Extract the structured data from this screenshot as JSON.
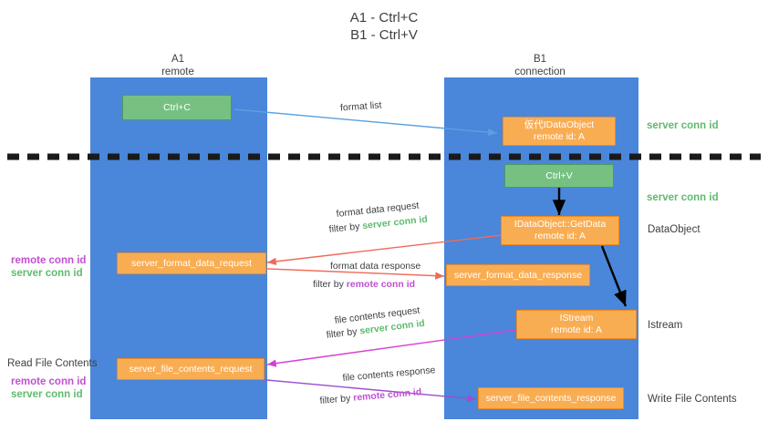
{
  "title": {
    "line1": "A1 - Ctrl+C",
    "line2": "B1 - Ctrl+V"
  },
  "columns": [
    {
      "name": "A1",
      "sub": "remote"
    },
    {
      "name": "B1",
      "sub": "connection"
    }
  ],
  "nodes": {
    "ctrl_c": {
      "label": "Ctrl+C"
    },
    "ctrl_v": {
      "label": "Ctrl+V"
    },
    "idataobject": {
      "line1": "仮代IDataObject",
      "line2": "remote id: A"
    },
    "getdata": {
      "line1": "IDataObject::GetData",
      "line2": "remote id: A"
    },
    "istream": {
      "line1": "IStream",
      "line2": "remote id: A"
    },
    "server_format_data_request": {
      "label": "server_format_data_request"
    },
    "server_format_data_response": {
      "label": "server_format_data_response"
    },
    "server_file_contents_request": {
      "label": "server_file_contents_request"
    },
    "server_file_contents_response": {
      "label": "server_file_contents_response"
    }
  },
  "edge_labels": {
    "format_list": "format list",
    "format_data_request": "format data request",
    "format_data_request_filter_prefix": "filter by ",
    "format_data_request_filter_value": "server conn id",
    "format_data_response": "format data response",
    "format_data_response_filter_prefix": "filter by ",
    "format_data_response_filter_value": "remote conn id",
    "file_contents_request": "file contents request",
    "file_contents_request_filter_prefix": "filter by ",
    "file_contents_request_filter_value": "server conn id",
    "file_contents_response": "file contents response",
    "file_contents_response_filter_prefix": "filter by ",
    "file_contents_response_filter_value": "remote conn id"
  },
  "side_labels": {
    "right_server_conn_id_1": "server conn id",
    "right_server_conn_id_2": "server conn id",
    "right_dataobject": "DataObject",
    "right_istream": "Istream",
    "right_write_file_contents": "Write File Contents",
    "left_remote_conn_id_1": "remote conn id",
    "left_server_conn_id_1": "server conn id",
    "left_read_file_contents": "Read File Contents",
    "left_remote_conn_id_2": "remote conn id",
    "left_server_conn_id_2": "server conn id"
  },
  "colors": {
    "lane": "#4a86da",
    "node_orange": "#f9ad52",
    "node_green": "#76c182",
    "green_text": "#5fba6e",
    "purple_text": "#c050d0",
    "arrow_blue": "#5aa0e0",
    "arrow_red": "#f06a5a",
    "arrow_magenta": "#d63fd6",
    "arrow_purple": "#9b4fd0",
    "arrow_black": "#000000",
    "divider": "#1a1a1a"
  }
}
